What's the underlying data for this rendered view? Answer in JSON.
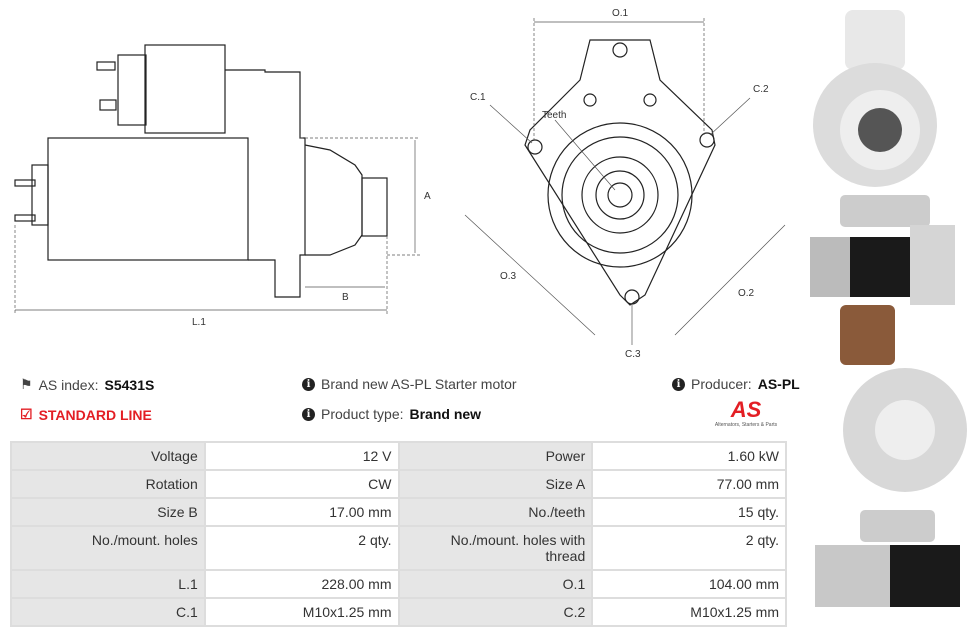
{
  "drawing": {
    "side_labels": {
      "a": "A",
      "b": "B",
      "l1": "L.1"
    },
    "front_labels": {
      "o1": "O.1",
      "o2": "O.2",
      "o3": "O.3",
      "c1": "C.1",
      "c2": "C.2",
      "c3": "C.3",
      "teeth": "Teeth"
    }
  },
  "info": {
    "as_index_label": "AS index:",
    "as_index_value": "S5431S",
    "line_label": "STANDARD LINE",
    "description": "Brand new AS-PL Starter motor",
    "product_type_label": "Product type:",
    "product_type_value": "Brand new",
    "producer_label": "Producer:",
    "producer_value": "AS-PL",
    "logo_text": "AS",
    "logo_tagline": "Alternators, Starters & Parts"
  },
  "colors": {
    "accent": "#e31e24"
  },
  "specs": [
    [
      "Voltage",
      "12 V",
      "Power",
      "1.60 kW"
    ],
    [
      "Rotation",
      "CW",
      "Size A",
      "77.00 mm"
    ],
    [
      "Size B",
      "17.00 mm",
      "No./teeth",
      "15 qty."
    ],
    [
      "No./mount. holes",
      "2 qty.",
      "No./mount. holes with thread",
      "2 qty."
    ],
    [
      "L.1",
      "228.00 mm",
      "O.1",
      "104.00 mm"
    ],
    [
      "C.1",
      "M10x1.25 mm",
      "C.2",
      "M10x1.25 mm"
    ]
  ]
}
